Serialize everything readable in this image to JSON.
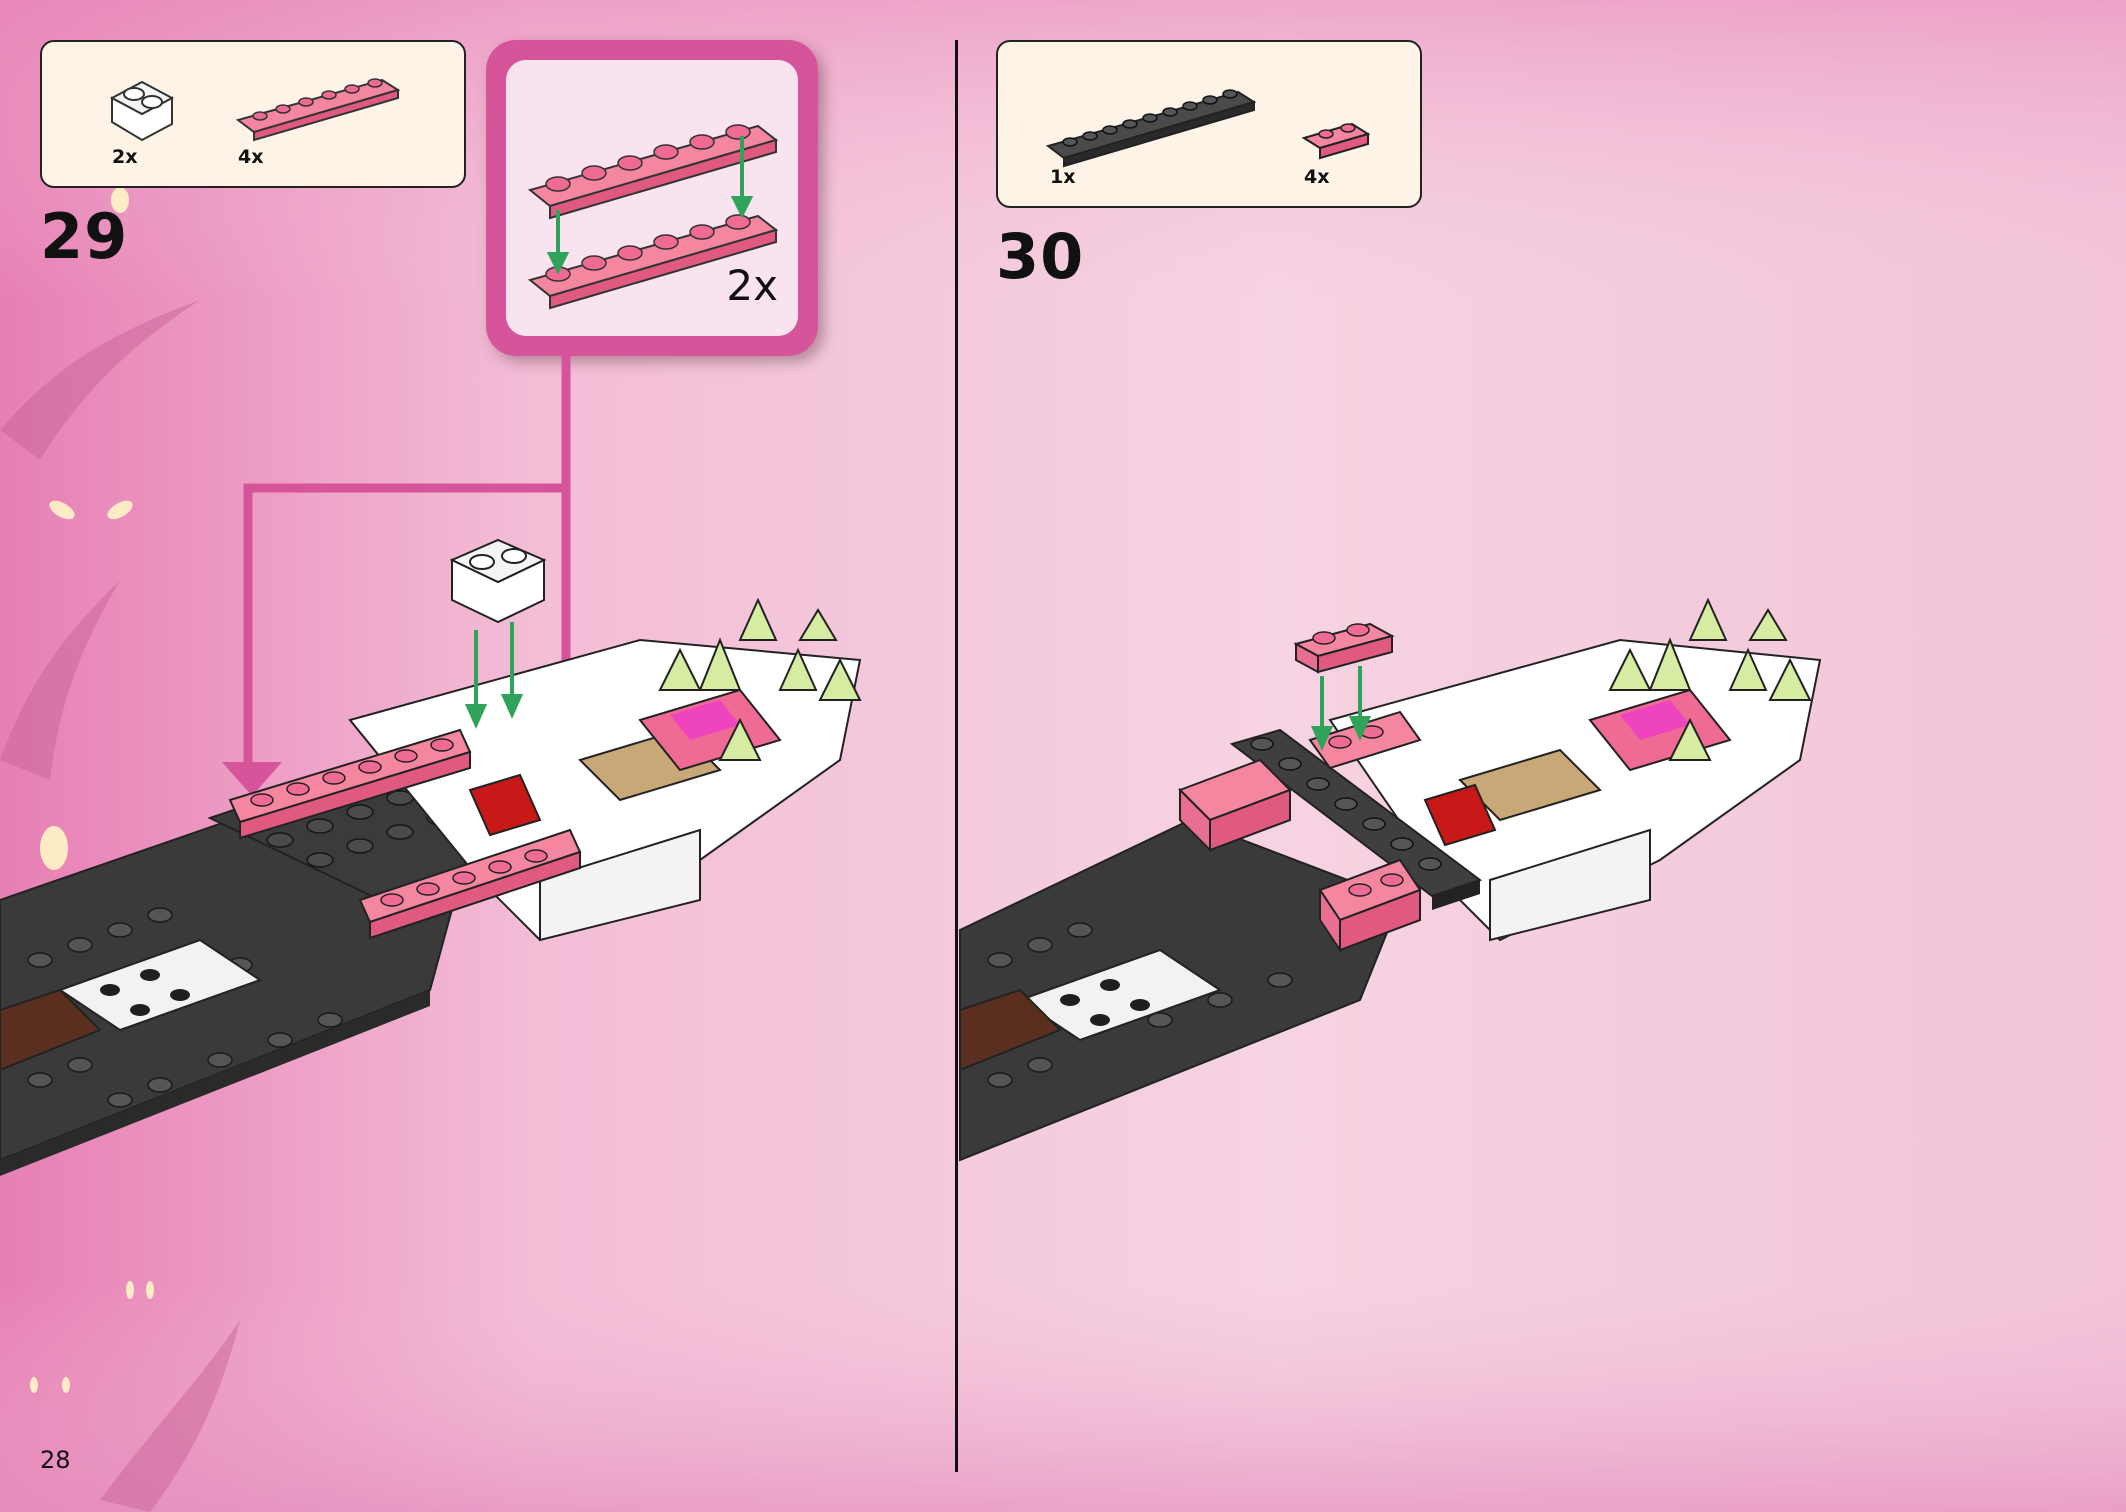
{
  "page": {
    "number": "28"
  },
  "left_step": {
    "number": "29",
    "parts": [
      {
        "name": "white-brick-1x2",
        "qty": "2x",
        "color": "#ffffff"
      },
      {
        "name": "pink-plate-1x6",
        "qty": "4x",
        "color": "#f06b93"
      }
    ],
    "callout": {
      "qty": "2x",
      "color": "#d6559a"
    }
  },
  "right_step": {
    "number": "30",
    "parts": [
      {
        "name": "dark-gray-plate-1x10",
        "qty": "1x",
        "color": "#3b3b3b"
      },
      {
        "name": "pink-plate-1x2",
        "qty": "4x",
        "color": "#f06b93"
      }
    ]
  },
  "colors": {
    "background": "#f3c9dc",
    "callout": "#d6559a",
    "arrow": "#2fa35a",
    "pink": "#f06b93",
    "dark": "#3a3a3a"
  }
}
